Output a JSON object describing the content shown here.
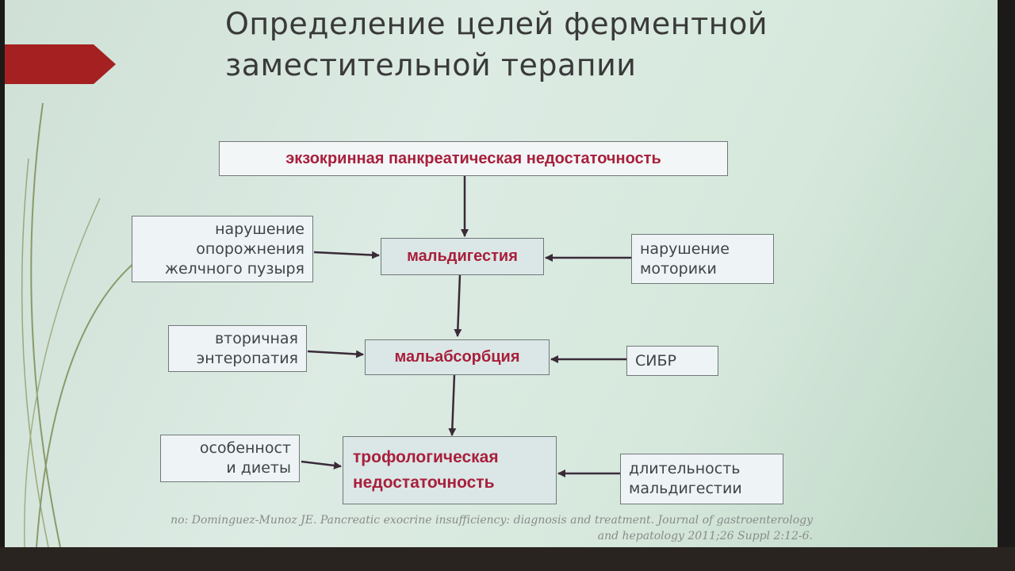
{
  "slide": {
    "title_line1": "Определение целей ферментной",
    "title_line2": "заместительной терапии"
  },
  "diagram": {
    "top": "экзокринная панкреатическая недостаточность",
    "maldigestion": "мальдигестия",
    "malabsorption": "мальабсорбция",
    "tropho_line1": "трофологическая",
    "tropho_line2": "недостаточность",
    "gallbladder": [
      "нарушение",
      "опорожнения",
      "желчного пузыря"
    ],
    "motility": [
      "нарушение",
      "моторики"
    ],
    "enteropathy": [
      "вторичная",
      "энтеропатия"
    ],
    "sibr": "СИБР",
    "diet": [
      "особенност",
      "и диеты"
    ],
    "duration": [
      "длительность",
      "мальдигестии"
    ]
  },
  "source": {
    "line1": "по: Dominguez-Munoz JE. Pancreatic exocrine insufficiency: diagnosis and treatment. Journal of gastroenterology",
    "line2": "and hepatology 2011;26 Suppl 2:12-6."
  },
  "colors": {
    "accent": "#a8203c",
    "ribbon": "#a52020",
    "box_main_bg": "#dbe7e7",
    "box_side_bg": "#eef3f6"
  }
}
